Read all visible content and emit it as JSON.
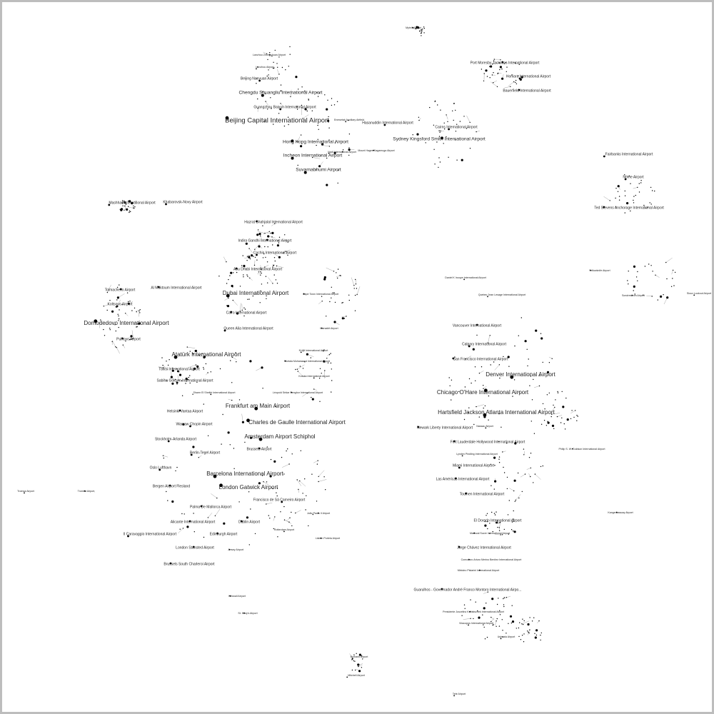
{
  "graph": {
    "title": "",
    "colors": {
      "node": "#000000",
      "edge": "#444444",
      "text": "#222222",
      "frame": "#bdbdbd"
    },
    "airports": [
      {
        "label": "Beijing Capital International Airport",
        "rank": 4
      },
      {
        "label": "Chengdu Shuangliu International Airport",
        "rank": 2
      },
      {
        "label": "Guangzhou Baiyun International Airport",
        "rank": 1
      },
      {
        "label": "Beijing Nanyuan Airport",
        "rank": 1
      },
      {
        "label": "Lanzhou Zhongchuan Airport",
        "rank": 0
      },
      {
        "label": "Lanzhou Airport",
        "rank": 0
      },
      {
        "label": "Hong Kong International Airport",
        "rank": 2
      },
      {
        "label": "Incheon International Airport",
        "rank": 2
      },
      {
        "label": "Suvarnabhumi Airport",
        "rank": 2
      },
      {
        "label": "Hasanuddin International Airport",
        "rank": 1
      },
      {
        "label": "Cairns International Airport",
        "rank": 1
      },
      {
        "label": "Sydney Kingsford Smith International Airport",
        "rank": 2
      },
      {
        "label": "Port Moresby Jacksons International Airport",
        "rank": 1
      },
      {
        "label": "Honiara International Airport",
        "rank": 1
      },
      {
        "label": "Bauerfield International Airport",
        "rank": 1
      },
      {
        "label": "Fairbanks International Airport",
        "rank": 1
      },
      {
        "label": "Nome Airport",
        "rank": 1
      },
      {
        "label": "Ted Stevens Anchorage International Airport",
        "rank": 1
      },
      {
        "label": "Mashhad International Airport",
        "rank": 1
      },
      {
        "label": "Khabarovsk-Novy Airport",
        "rank": 1
      },
      {
        "label": "Hazrat Shahjalal International Airport",
        "rank": 1
      },
      {
        "label": "Indira Gandhi International Airport",
        "rank": 1
      },
      {
        "label": "Cochin International Airport",
        "rank": 1
      },
      {
        "label": "Abu Dhabi International Airport",
        "rank": 1
      },
      {
        "label": "Dubai International Airport",
        "rank": 3
      },
      {
        "label": "Al Maktoum International Airport",
        "rank": 1
      },
      {
        "label": "Koltsovo Airport",
        "rank": 1
      },
      {
        "label": "Tolmachevo Airport",
        "rank": 1
      },
      {
        "label": "Domodedovo International Airport",
        "rank": 3
      },
      {
        "label": "Pulkovo Airport",
        "rank": 1
      },
      {
        "label": "Cairo International Airport",
        "rank": 1
      },
      {
        "label": "Queen Alia International Airport",
        "rank": 1
      },
      {
        "label": "Atatürk International Airport",
        "rank": 3
      },
      {
        "label": "Tbilisi International Airport",
        "rank": 1
      },
      {
        "label": "Sabiha Gökçen International Airport",
        "rank": 1
      },
      {
        "label": "Sharm El Sheikh International Airport",
        "rank": 0
      },
      {
        "label": "Frankfurt am Main Airport",
        "rank": 3
      },
      {
        "label": "Charles de Gaulle International Airport",
        "rank": 3
      },
      {
        "label": "Amsterdam Airport Schiphol",
        "rank": 3
      },
      {
        "label": "Helsinki Vantaa Airport",
        "rank": 1
      },
      {
        "label": "Warsaw Chopin Airport",
        "rank": 1
      },
      {
        "label": "Stockholm-Arlanda Airport",
        "rank": 1
      },
      {
        "label": "Berlin-Tegel Airport",
        "rank": 1
      },
      {
        "label": "Brussels Airport",
        "rank": 1
      },
      {
        "label": "Oslo Lufthavn",
        "rank": 1
      },
      {
        "label": "Barcelona International Airport",
        "rank": 3
      },
      {
        "label": "London Gatwick Airport",
        "rank": 3
      },
      {
        "label": "Francisco de Sá Carneiro Airport",
        "rank": 1
      },
      {
        "label": "Bergen Airport Flesland",
        "rank": 1
      },
      {
        "label": "Palma De Mallorca Airport",
        "rank": 1
      },
      {
        "label": "Alicante International Airport",
        "rank": 1
      },
      {
        "label": "Dublin Airport",
        "rank": 1
      },
      {
        "label": "Il Caravaggio International Airport",
        "rank": 1
      },
      {
        "label": "Edinburgh Airport",
        "rank": 1
      },
      {
        "label": "London Stansted Airport",
        "rank": 1
      },
      {
        "label": "Jersey Airport",
        "rank": 0
      },
      {
        "label": "Brussels South Charleroi Airport",
        "rank": 1
      },
      {
        "label": "João Paulo II Airport",
        "rank": 0
      },
      {
        "label": "Lisbon Portela Airport",
        "rank": 0
      },
      {
        "label": "Vancouver International Airport",
        "rank": 1
      },
      {
        "label": "Calgary International Airport",
        "rank": 1
      },
      {
        "label": "San Francisco International Airport",
        "rank": 1
      },
      {
        "label": "Denver International Airport",
        "rank": 3
      },
      {
        "label": "Chicago O'Hare International Airport",
        "rank": 3
      },
      {
        "label": "Hartsfield Jackson Atlanta International Airport",
        "rank": 3
      },
      {
        "label": "Newark Liberty International Airport",
        "rank": 1
      },
      {
        "label": "Fort Lauderdale Hollywood International Airport",
        "rank": 1
      },
      {
        "label": "Lynden Pindling International Airport",
        "rank": 0
      },
      {
        "label": "Miami International Airport",
        "rank": 1
      },
      {
        "label": "Las Américas International Airport",
        "rank": 1
      },
      {
        "label": "Toumen International Airport",
        "rank": 1
      },
      {
        "label": "El Dorado International Airport",
        "rank": 1
      },
      {
        "label": "Mariscal Sucre International Airport",
        "rank": 0
      },
      {
        "label": "Jorge Chávez International Airport",
        "rank": 1
      },
      {
        "label": "Comodoro Arturo Merino Benítez International Airport",
        "rank": 0
      },
      {
        "label": "Ministro Pistarini International Airport",
        "rank": 0
      },
      {
        "label": "Guarulhos - Governador André Franco Montoro International Airpo...",
        "rank": 1
      },
      {
        "label": "Presidente Juscelino Kubistschek International Airport",
        "rank": 0
      },
      {
        "label": "Viracopos International Airport",
        "rank": 0
      },
      {
        "label": "Quebec Jean Lesage International Airport",
        "rank": 0
      },
      {
        "label": "Daniel K Inouye International Airport",
        "rank": 0
      },
      {
        "label": "Yellowknife Airport",
        "rank": 0
      },
      {
        "label": "Sioux Lookout Airport",
        "rank": 0
      },
      {
        "label": "Philip S. W. Goldson International Airport",
        "rank": 0
      },
      {
        "label": "Léopold Sédar Senghor International Airport",
        "rank": 0
      },
      {
        "label": "Kotoka International Airport",
        "rank": 0
      },
      {
        "label": "Murtala Muhammed International Airport",
        "rank": 0
      },
      {
        "label": "N'djili International Airport",
        "rank": 0
      },
      {
        "label": "Cape Town International Airport",
        "rank": 0
      },
      {
        "label": "Mytnik Airport",
        "rank": 0
      },
      {
        "label": "Nadi International Airport",
        "rank": 0
      },
      {
        "label": "Mount Hagen Kagamuga Airport",
        "rank": 0
      },
      {
        "label": "Tromsø Airport",
        "rank": 0
      },
      {
        "label": "Tromsø Airport,",
        "rank": 0
      },
      {
        "label": "St. Mary's Airport",
        "rank": 0
      },
      {
        "label": "Kirkwall Airport",
        "rank": 0
      },
      {
        "label": "Rotterdam Airport",
        "rank": 0
      },
      {
        "label": "Enewetak Auxiliary Airfield",
        "rank": 0
      },
      {
        "label": "Nassau Airport",
        "rank": 0
      },
      {
        "label": "Sondrestrom Airport",
        "rank": 0
      },
      {
        "label": "Kangerlussuaq Airport",
        "rank": 0
      },
      {
        "label": "Marsabit Airport",
        "rank": 0
      },
      {
        "label": "Tete Airport",
        "rank": 0
      },
      {
        "label": "Burbank Airport",
        "rank": 0
      },
      {
        "label": "Mitchell Airport",
        "rank": 0
      },
      {
        "label": "Ushuaia Airport",
        "rank": 0
      }
    ]
  }
}
